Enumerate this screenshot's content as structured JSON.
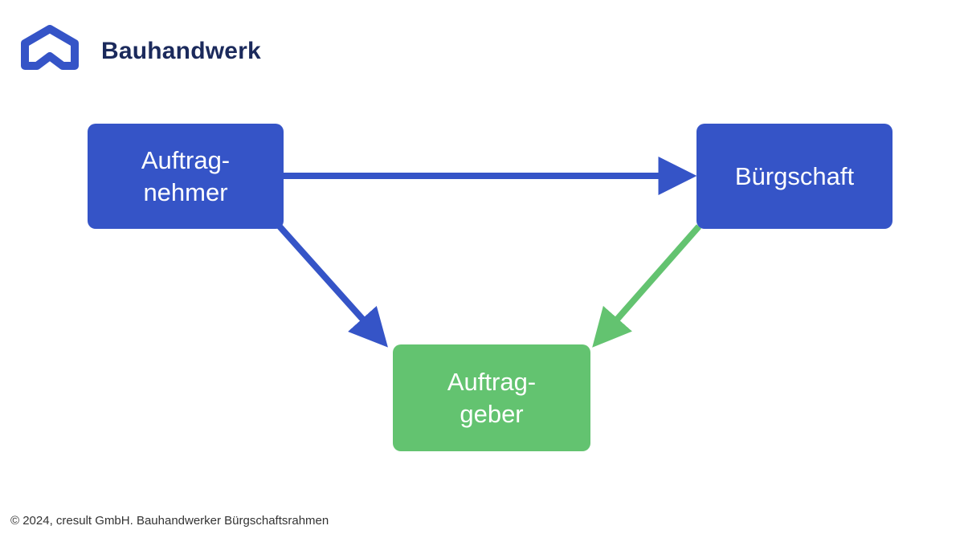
{
  "brand": {
    "name": "Bauhandwerk",
    "logo_icon": "house-roof-icon",
    "colors": {
      "brand_text": "#1b2a5c",
      "logo_blue": "#3554c7"
    }
  },
  "diagram": {
    "nodes": [
      {
        "id": "auftragnehmer",
        "label": "Auftrag-\nnehmer",
        "color": "#3554c7"
      },
      {
        "id": "buergschaft",
        "label": "Bürgschaft",
        "color": "#3554c7"
      },
      {
        "id": "auftraggeber",
        "label": "Auftrag-\ngeber",
        "color": "#63c370"
      }
    ],
    "edges": [
      {
        "from": "auftragnehmer",
        "to": "buergschaft",
        "color": "#3554c7"
      },
      {
        "from": "auftragnehmer",
        "to": "auftraggeber",
        "color": "#3554c7"
      },
      {
        "from": "buergschaft",
        "to": "auftraggeber",
        "color": "#63c370"
      }
    ]
  },
  "footer": {
    "copyright": "© 2024, cresult GmbH. Bauhandwerker Bürgschaftsrahmen"
  }
}
